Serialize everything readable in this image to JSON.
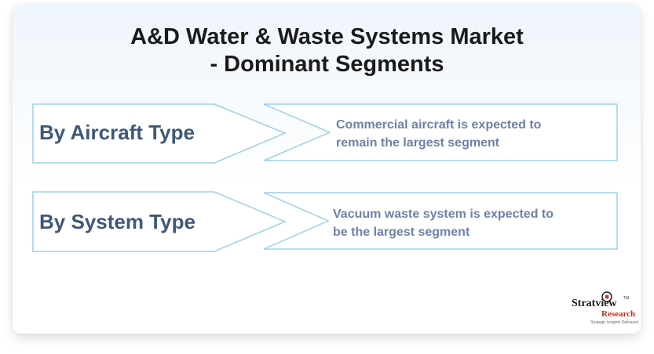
{
  "title": {
    "line1": "A&D Water & Waste Systems Market",
    "line2": "- Dominant Segments"
  },
  "segments": [
    {
      "label": "By Aircraft Type",
      "desc_line1": "Commercial aircraft is expected to",
      "desc_line2": "remain the largest segment"
    },
    {
      "label": "By System Type",
      "desc_line1": "Vacuum waste system is expected to",
      "desc_line2": "be the largest segment"
    }
  ],
  "logo": {
    "brand": "Stratview",
    "brand_sub": "Research",
    "tagline": "Strategic Insights Delivered",
    "tm": "TM"
  },
  "colors": {
    "outline": "#9fd0e8",
    "label": "#3f5877",
    "desc": "#6d82a5"
  }
}
